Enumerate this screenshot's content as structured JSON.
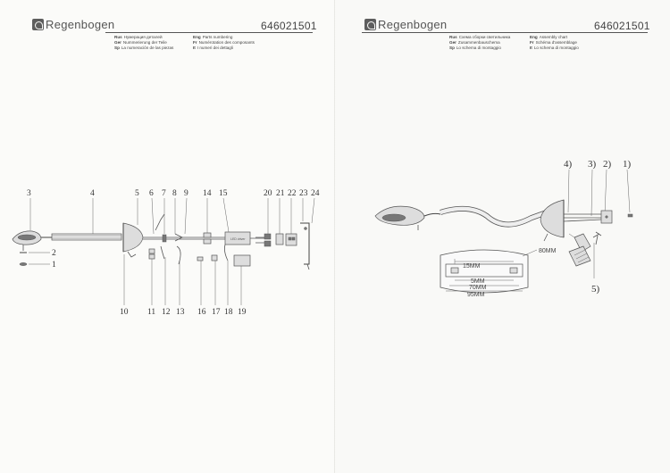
{
  "left_page": {
    "brand": "Regenbogen",
    "code": "646021501",
    "languages": [
      {
        "abbr": "Rus",
        "text": "Нумерация деталей"
      },
      {
        "abbr": "Ger",
        "text": "Nummerierung der Teile"
      },
      {
        "abbr": "Sp",
        "text": "La numeración de las piezas"
      },
      {
        "abbr": "Eng",
        "text": "Parts numbering"
      },
      {
        "abbr": "Fr",
        "text": "Numérotation des composants"
      },
      {
        "abbr": "It",
        "text": "I numeri dei dettagli"
      }
    ],
    "top_numbers": [
      "3",
      "4",
      "5",
      "6",
      "7",
      "8",
      "9",
      "14",
      "15",
      "20",
      "21",
      "22",
      "23",
      "24"
    ],
    "side_numbers": [
      "2",
      "1"
    ],
    "bottom_numbers": [
      "10",
      "11",
      "12",
      "13",
      "16",
      "17",
      "18",
      "19"
    ],
    "driver_label": "LED driver"
  },
  "right_page": {
    "brand": "Regenbogen",
    "code": "646021501",
    "languages": [
      {
        "abbr": "Rus",
        "text": "Схема сборки светильника"
      },
      {
        "abbr": "Ger",
        "text": "Zusammenbauschema"
      },
      {
        "abbr": "Sp",
        "text": "Lo schema di montaggio"
      },
      {
        "abbr": "Eng",
        "text": "Assembly chart"
      },
      {
        "abbr": "Fr",
        "text": "Schéma d'assemblage"
      },
      {
        "abbr": "It",
        "text": "Lo schema di montaggio"
      }
    ],
    "steps": [
      "4)",
      "3)",
      "2)",
      "1)",
      "5)"
    ],
    "dimensions": [
      "80MM",
      "15MM",
      "5MM",
      "70MM",
      "95MM"
    ]
  }
}
